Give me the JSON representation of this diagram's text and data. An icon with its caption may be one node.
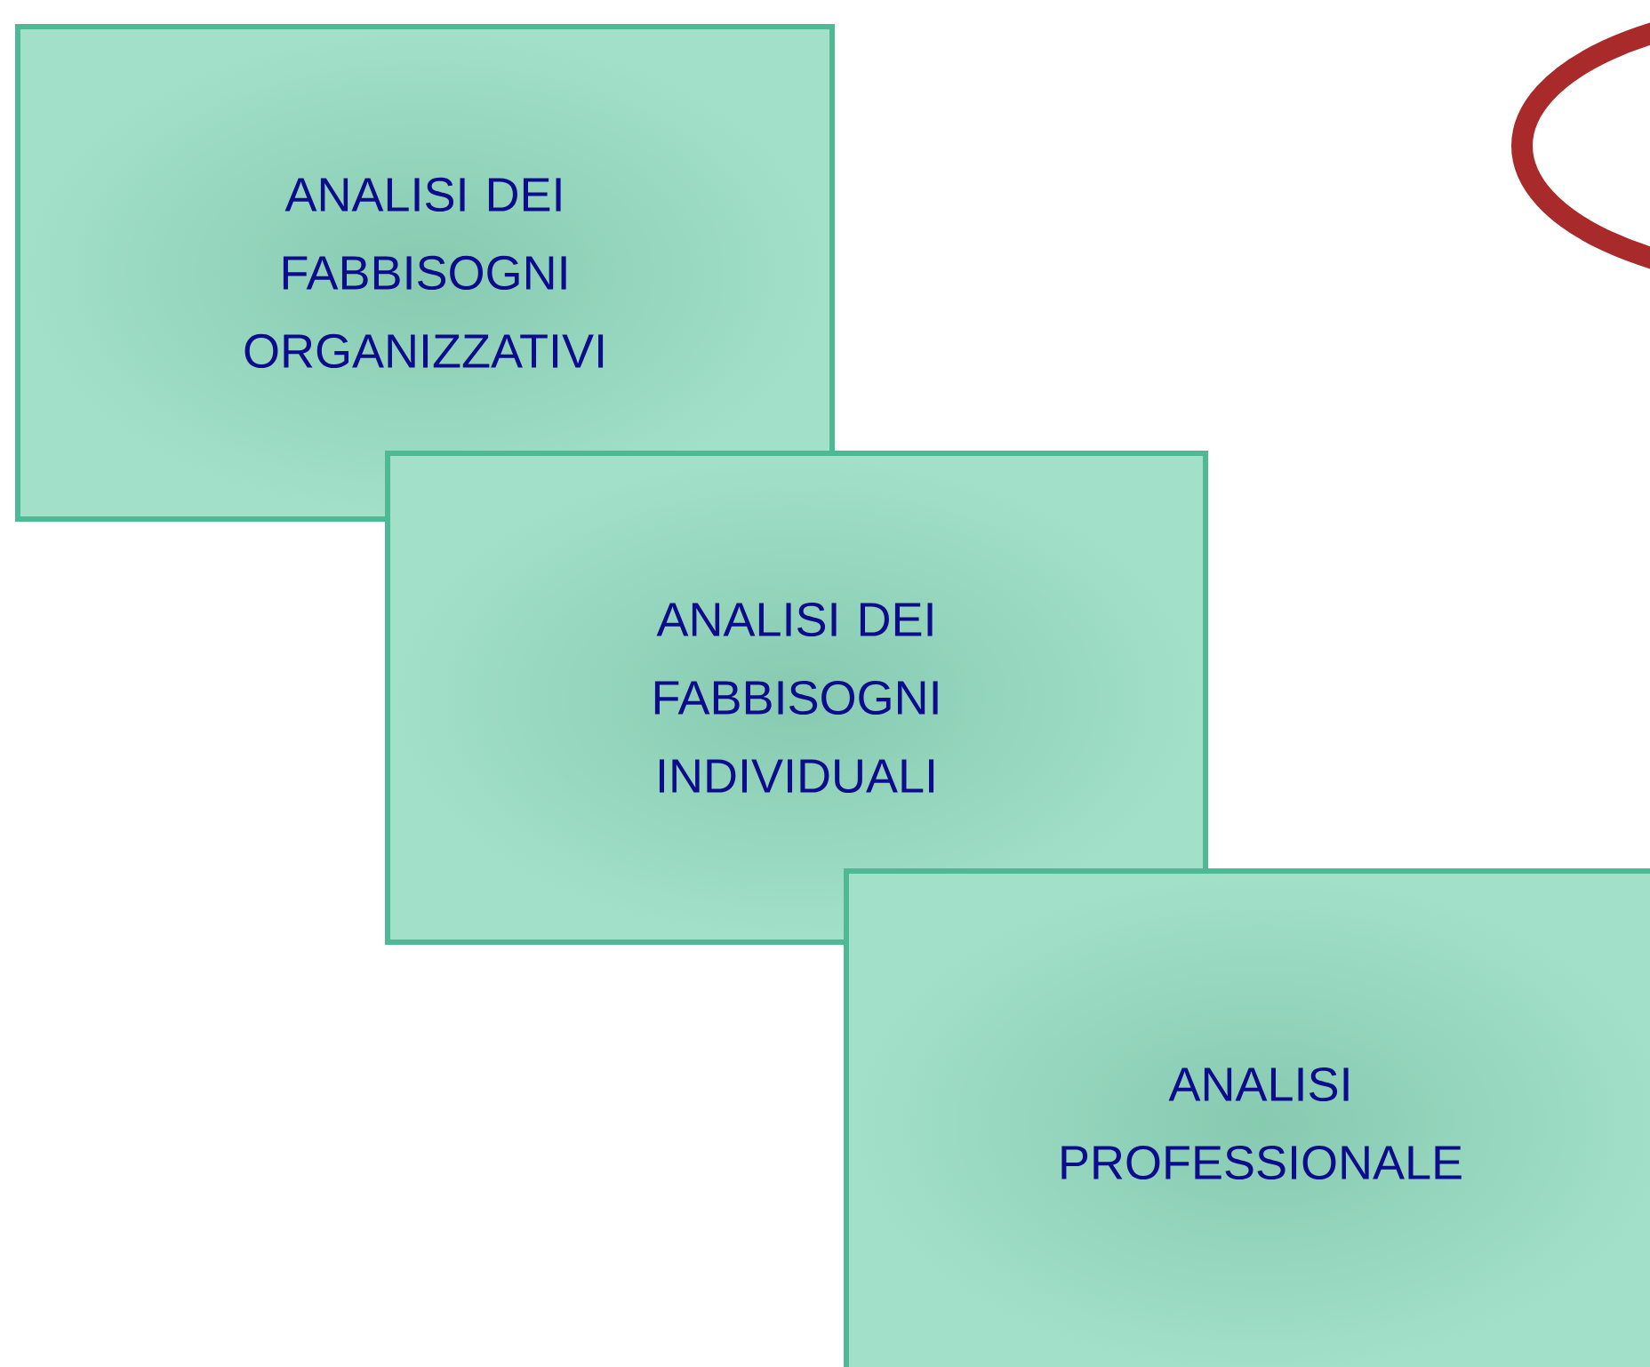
{
  "diagram": {
    "nodes": [
      {
        "text": [
          "ANALISI DEI FABBISOGNI ORGANIZZATIVI"
        ]
      },
      {
        "text": [
          "ANALISI DEI FABBISOGNI INDIVIDUALI"
        ]
      },
      {
        "text": [
          "ANALISI PROFESSIONALE"
        ]
      },
      {
        "text": [],
        "shape": "circle"
      }
    ]
  }
}
